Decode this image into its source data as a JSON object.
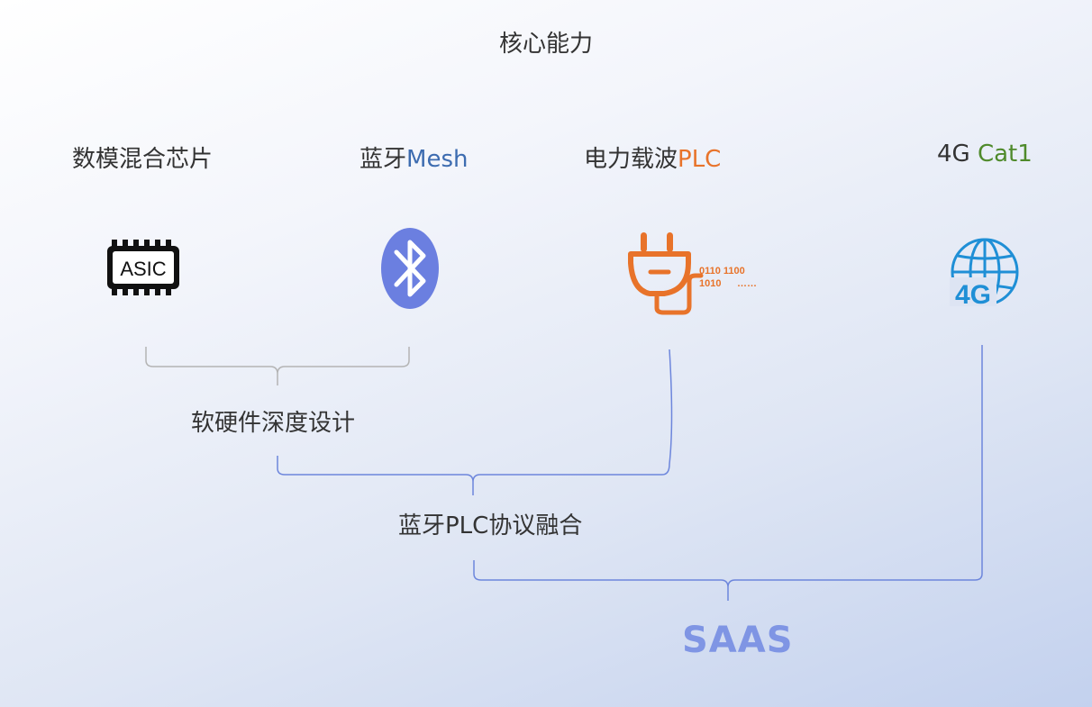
{
  "title": "核心能力",
  "capabilities": [
    {
      "name": "数模混合芯片",
      "highlight": ""
    },
    {
      "name": "蓝牙",
      "highlight": "Mesh"
    },
    {
      "name": "电力载波",
      "highlight": "PLC"
    },
    {
      "name": "4G ",
      "highlight": "Cat1"
    }
  ],
  "icons": {
    "chip": {
      "name": "chip-icon",
      "label": "ASIC"
    },
    "bluetooth": {
      "name": "bluetooth-icon",
      "color": "#6b7fe0"
    },
    "plug": {
      "name": "power-plug-icon",
      "color": "#e8732a",
      "binary_line1": "0110 1100",
      "binary_line2": "1010",
      "dots": "……"
    },
    "globe": {
      "name": "globe-4g-icon",
      "color": "#1f8fd6",
      "label": "4G"
    }
  },
  "integrations": {
    "level1": "软硬件深度设计",
    "level2": "蓝牙PLC协议融合",
    "level3": "SAAS"
  },
  "colors": {
    "gray_bracket": "#b4b4b4",
    "blue_bracket": "#6d86dc",
    "saas": "#7f95e4"
  }
}
